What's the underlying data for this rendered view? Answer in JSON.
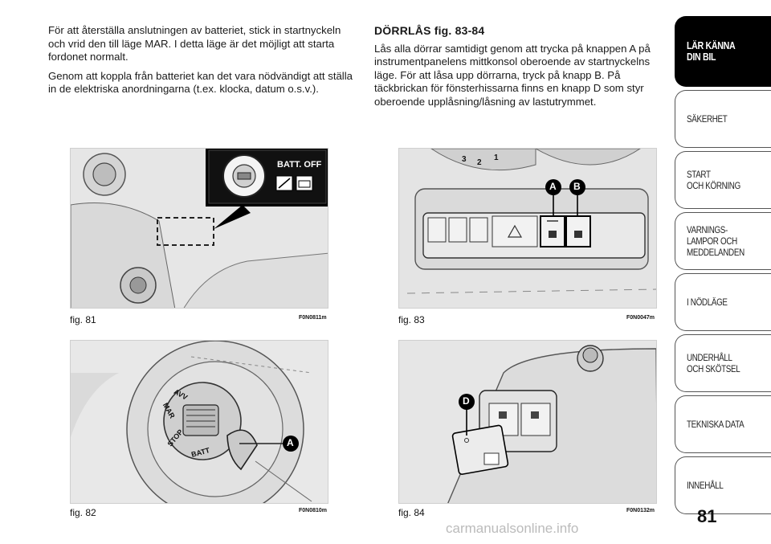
{
  "left_column": {
    "p1": "För att återställa anslutningen av batteriet, stick in startnyckeln och vrid den till läge MAR. I detta läge är det möjligt att starta fordonet normalt.",
    "p2": "Genom att koppla från batteriet kan det vara nödvändigt att ställa in de elektriska anordningarna (t.ex. klocka, datum o.s.v.)."
  },
  "right_column": {
    "heading": "DÖRRLÅS fig. 83-84",
    "p1": "Lås alla dörrar samtidigt genom att trycka på knappen A på instrumentpanelens mittkonsol oberoende av startnyckelns läge. För att låsa upp dörrarna, tryck på knapp B. På täckbrickan för fönsterhissarna finns en knapp D som styr oberoende upplåsning/låsning av lastutrymmet."
  },
  "figures": {
    "fig81": {
      "label": "fig. 81",
      "code": "F0N0811m",
      "callout": "BATT. OFF"
    },
    "fig82": {
      "label": "fig. 82",
      "code": "F0N0810m",
      "marker": "A",
      "switch_labels": [
        "AVV",
        "MAR",
        "STOP",
        "BATT"
      ]
    },
    "fig83": {
      "label": "fig. 83",
      "code": "F0N0047m",
      "marker_a": "A",
      "marker_b": "B",
      "gauge_numbers": [
        "3",
        "2",
        "1"
      ]
    },
    "fig84": {
      "label": "fig. 84",
      "code": "F0N0132m",
      "marker": "D"
    }
  },
  "sidebar": {
    "tabs": [
      {
        "label": "LÄR KÄNNA\nDIN BIL",
        "active": true
      },
      {
        "label": "SÄKERHET",
        "active": false
      },
      {
        "label": "START\nOCH KÖRNING",
        "active": false
      },
      {
        "label": "VARNINGS-\nLAMPOR OCH\nMEDDELANDEN",
        "active": false
      },
      {
        "label": "I NÖDLÄGE",
        "active": false
      },
      {
        "label": "UNDERHÅLL\nOCH SKÖTSEL",
        "active": false
      },
      {
        "label": "TEKNISKA DATA",
        "active": false
      },
      {
        "label": "INNEHÅLL",
        "active": false
      }
    ]
  },
  "page_number": "81",
  "watermark": "carmanualsonline.info"
}
